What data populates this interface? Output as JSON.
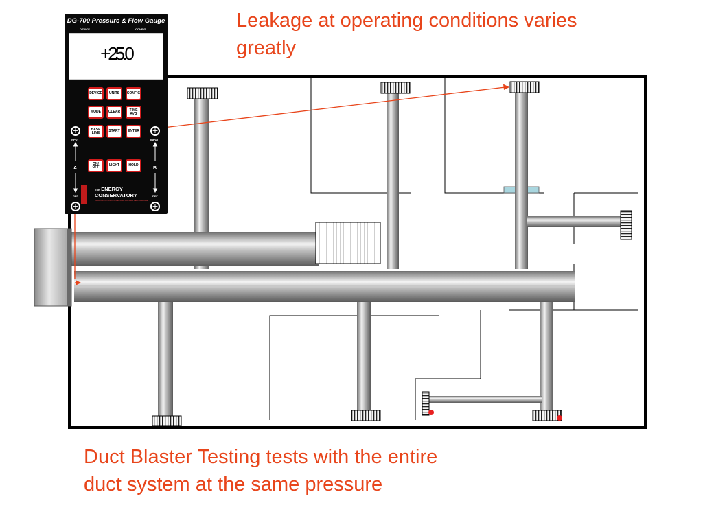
{
  "captions": {
    "top": "Leakage at operating conditions varies greatly",
    "bottom": "Duct Blaster Testing tests with the entire duct system at the same pressure"
  },
  "gauge": {
    "title": "DG-700 Pressure & Flow Gauge",
    "device_label": "DEVICE",
    "config_label": "CONFIG",
    "display_value": "+25.0",
    "mode_label": "MODE",
    "time_avg_label": "TIME AVG",
    "buttons": [
      {
        "label": "DEVICE"
      },
      {
        "label": "UNITS"
      },
      {
        "label": "CONFIG"
      },
      {
        "label": "MODE"
      },
      {
        "label": "CLEAR"
      },
      {
        "label": "TIME AVG"
      },
      {
        "label": "BASE LINE"
      },
      {
        "label": "START"
      },
      {
        "label": "ENTER"
      },
      {
        "label": "ON/ OFF"
      },
      {
        "label": "LIGHT"
      },
      {
        "label": "HOLD"
      }
    ],
    "input_label": "INPUT",
    "ref_label": "REF",
    "channel_a": "A",
    "channel_b": "B",
    "brand_prefix": "The",
    "brand_line1": "ENERGY",
    "brand_line2": "CONSERVATORY",
    "tagline": "DIAGNOSTIC TOOLS TO MEASURE BUILDING PERFORMANCE"
  },
  "colors": {
    "caption": "#e8451b",
    "hose": "#e8451b",
    "leak_marker": "#e82020",
    "button_border": "#d41c1c"
  },
  "icons": {
    "port": "circle-plus",
    "leak": "red-dot"
  }
}
